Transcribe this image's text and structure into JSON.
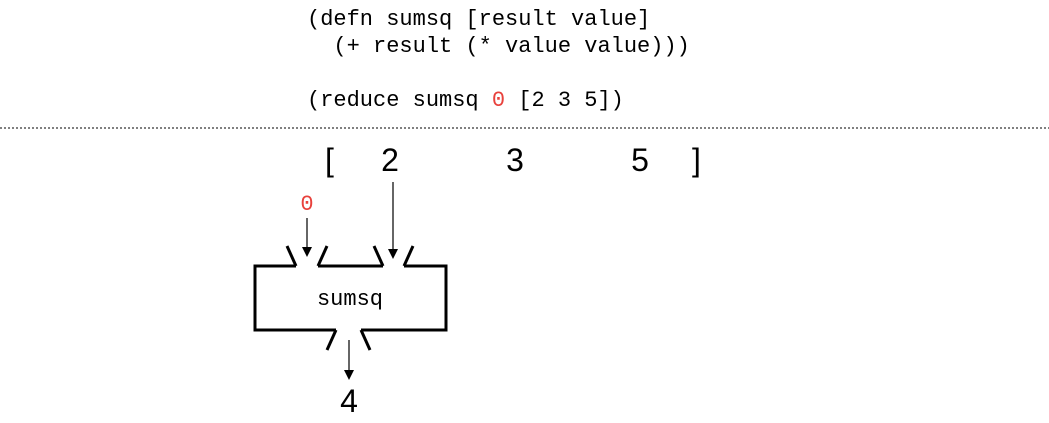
{
  "code": {
    "line1": "(defn sumsq [result value]",
    "line2": "  (+ result (* value value)))",
    "line3_prefix": "(reduce sumsq ",
    "line3_init": "0",
    "line3_suffix": " [2 3 5])"
  },
  "vector": {
    "open_bracket": "[",
    "items": [
      "2",
      "3",
      "5"
    ],
    "close_bracket": "]"
  },
  "machine": {
    "init_input": "0",
    "function_label": "sumsq",
    "output": "4"
  },
  "colors": {
    "highlight": "#e8413c",
    "ink": "#000000"
  }
}
